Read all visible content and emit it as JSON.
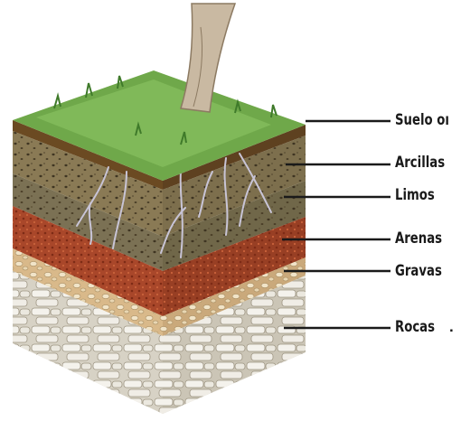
{
  "layers": [
    {
      "label": "Suelo oı",
      "color": "#7e5a2c"
    },
    {
      "label": "Arcillas",
      "color": "#8a7a55"
    },
    {
      "label": "Limos",
      "color": "#7b7154"
    },
    {
      "label": "Arenas",
      "color": "#a9472a"
    },
    {
      "label": "Gravas",
      "color": "#d9b98a"
    },
    {
      "label": "Rocas",
      "color": "#d7d2c5"
    }
  ],
  "trailing_mark": ".",
  "colors": {
    "grass": "#6fa84a",
    "leader_line": "#1a1a1a",
    "trunk": "#c9b9a2",
    "roots": "#c8c4d6"
  }
}
